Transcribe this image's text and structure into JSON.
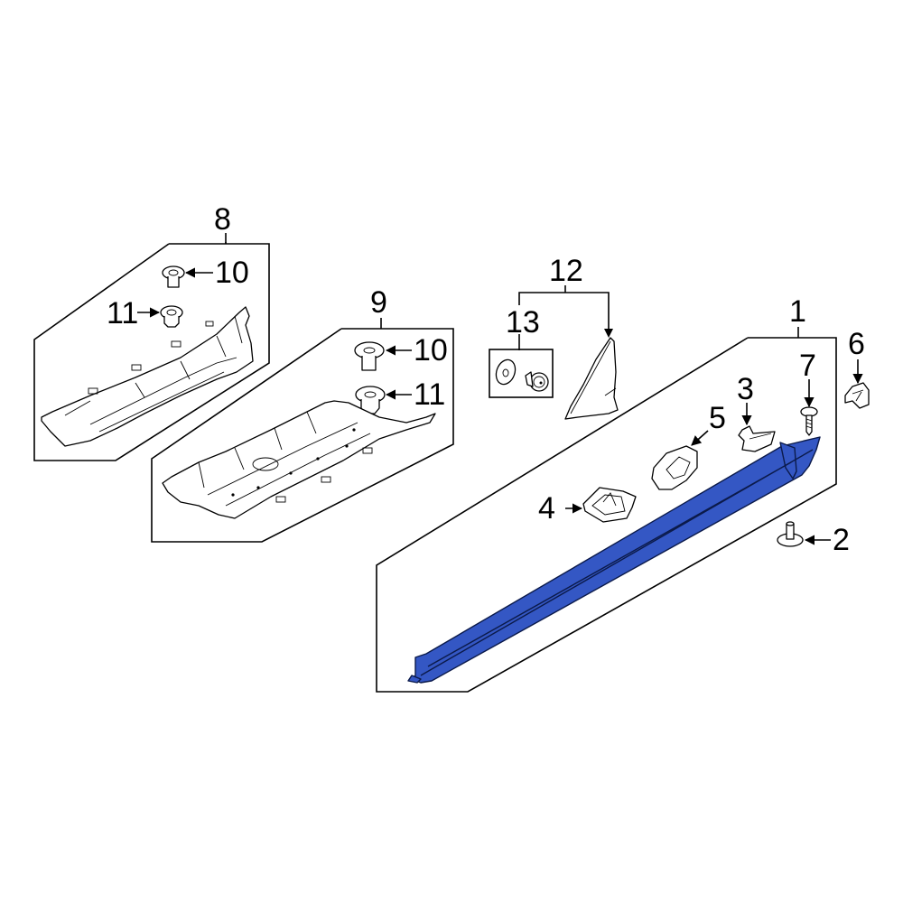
{
  "diagram": {
    "type": "exploded parts diagram",
    "highlight_color": "#3457c4",
    "line_color": "#000000",
    "background": "#ffffff",
    "callouts": [
      {
        "id": "1",
        "label": "1",
        "part": "rocker panel molding (highlighted)"
      },
      {
        "id": "2",
        "label": "2",
        "part": "push pin retainer"
      },
      {
        "id": "3",
        "label": "3",
        "part": "clip"
      },
      {
        "id": "4",
        "label": "4",
        "part": "retainer clip"
      },
      {
        "id": "5",
        "label": "5",
        "part": "clip"
      },
      {
        "id": "6",
        "label": "6",
        "part": "end clip"
      },
      {
        "id": "7",
        "label": "7",
        "part": "screw"
      },
      {
        "id": "8",
        "label": "8",
        "part": "front under cover shield"
      },
      {
        "id": "9",
        "label": "9",
        "part": "rear under cover shield"
      },
      {
        "id": "10a",
        "label": "10",
        "part": "push retainer (group 8)"
      },
      {
        "id": "11a",
        "label": "11",
        "part": "nut (group 8)"
      },
      {
        "id": "10b",
        "label": "10",
        "part": "push retainer (group 9)"
      },
      {
        "id": "11b",
        "label": "11",
        "part": "nut (group 9)"
      },
      {
        "id": "12",
        "label": "12",
        "part": "trim piece"
      },
      {
        "id": "13",
        "label": "13",
        "part": "washer and fastener kit"
      }
    ]
  }
}
